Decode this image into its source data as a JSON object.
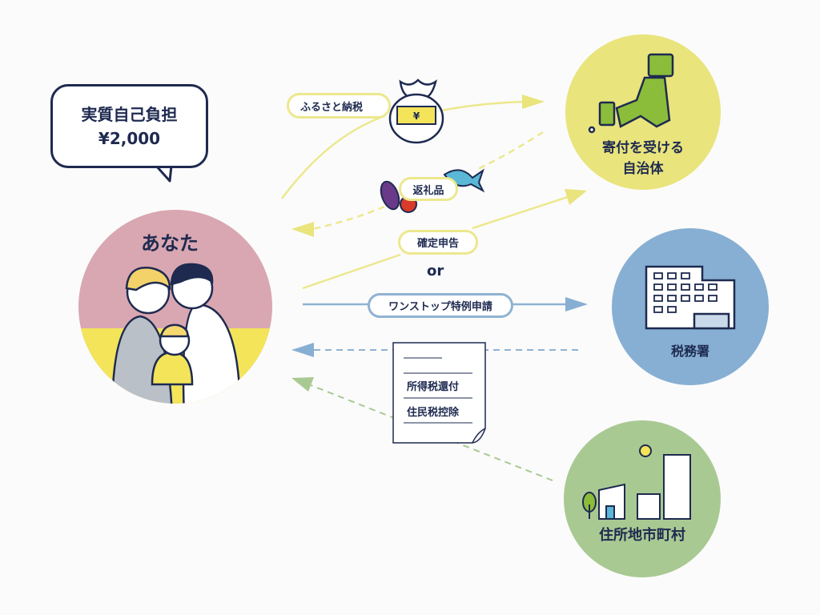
{
  "bubble": {
    "line1": "実質自己負担",
    "line2": "¥2,000"
  },
  "you": {
    "label": "あなた"
  },
  "flows": {
    "furusato": "ふるさと納税",
    "henreihin": "返礼品",
    "kakutei": "確定申告",
    "or": "or",
    "onestop": "ワンストップ特例申請"
  },
  "document": {
    "line1": "所得税還付",
    "line2": "住民税控除"
  },
  "nodes": {
    "municipality_donation": {
      "line1": "寄付を受ける",
      "line2": "自治体"
    },
    "tax_office": {
      "label": "税務署"
    },
    "home_municipality": {
      "label": "住所地市町村"
    }
  },
  "colors": {
    "navy": "#1e2a50",
    "yellow": "#e9e47c",
    "blue": "#87afd3",
    "green": "#a9c993",
    "pink": "#d9a7b1"
  }
}
